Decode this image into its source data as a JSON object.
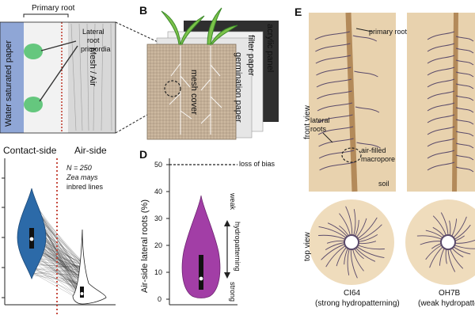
{
  "panel_a": {
    "top_label": "Primary root",
    "left_label": "Water saturated paper",
    "right_label": "Mesh / Air",
    "primordia_label_1": "Lateral",
    "primordia_label_2": "root",
    "primordia_label_3": "primordia",
    "contact_side": "Contact-side",
    "air_side": "Air-side",
    "n_label": "N = 250",
    "species_label": "Zea mays",
    "lines_label": "inbred lines"
  },
  "panel_b": {
    "letter": "B",
    "acrylic": "acrylic panel",
    "filter": "filter paper",
    "germination": "germination paper",
    "mesh": "mesh cover"
  },
  "panel_d": {
    "letter": "D",
    "ylabel": "Air-side lateral roots (%)",
    "ticks": [
      "0",
      "10",
      "20",
      "30",
      "40",
      "50"
    ],
    "loss_of_bias": "loss of bias",
    "weak": "weak",
    "hydro": "hydropatterning",
    "strong": "strong"
  },
  "panel_e": {
    "letter": "E",
    "front_view": "front view",
    "top_view": "top view",
    "primary_root": "primary root",
    "primary_root_2": "root",
    "lateral": "lateral",
    "roots": "roots",
    "macropore_1": "air-filled",
    "macropore_2": "macropore",
    "soil": "soil",
    "ci64": "CI64",
    "ci64_sub": "(strong hydropatterning)",
    "oh7b": "OH7B",
    "oh7b_sub": "(weak hydropatterning)"
  },
  "colors": {
    "blue_violin": "#2c6aa8",
    "purple_violin": "#a23ea6",
    "red_dotted": "#c0392b",
    "soil": "#e3c9a0"
  }
}
